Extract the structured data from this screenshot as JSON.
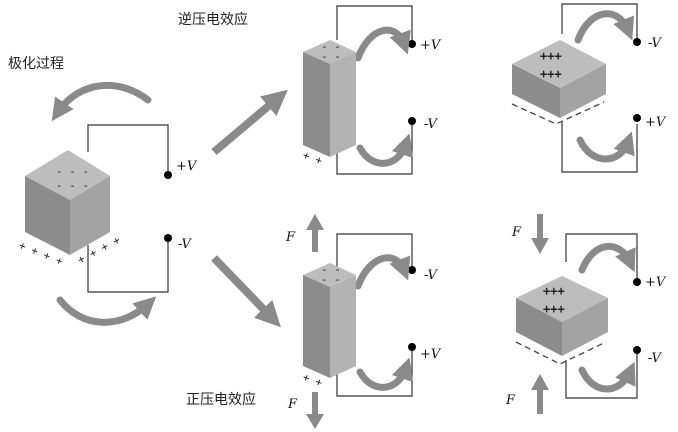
{
  "labels": {
    "polarization": "极化过程",
    "converse_effect": "逆压电效应",
    "direct_effect": "正压电效应"
  },
  "polarity": {
    "plus_v": "+V",
    "minus_v": "-V"
  },
  "force": "F",
  "charges": {
    "minus_dashes": "- - -",
    "minus_pair": "- -",
    "plus_triple": "+++",
    "plus_row": "+ + + +",
    "plus_pair": "+ +",
    "minus_long": "- - - -"
  },
  "colors": {
    "cube_front": "#8c8c8c",
    "cube_top": "#bdbdbd",
    "cube_side": "#a3a3a3",
    "arrow": "#8a8a8a",
    "wire": "#333333"
  }
}
